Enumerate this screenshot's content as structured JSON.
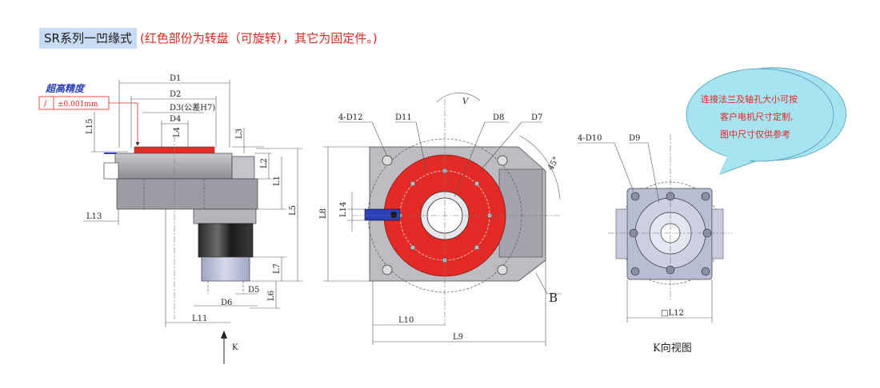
{
  "title": {
    "main": "SR系列一凹缘式",
    "note": "(红色部份为转盘（可旋转），其它为固定件。)"
  },
  "precision": {
    "label": "超高精度",
    "symbol": "/",
    "value": "±0.001mm"
  },
  "callout": {
    "line1": "连接法兰及轴孔大小可按",
    "line2": "客户电机尺寸定制,",
    "line3": "图中尺寸仅供参考"
  },
  "side_view": {
    "dims": {
      "d1": "D1",
      "d2": "D2",
      "d3": "D3(公差H7)",
      "d4": "D4",
      "l1": "L1",
      "l2": "L2",
      "l3": "L3",
      "l4": "L4",
      "l5": "L5",
      "l6": "L6",
      "l7": "L7",
      "l11": "L11",
      "l13": "L13",
      "l15": "L15",
      "d5": "D5",
      "d6": "D6",
      "k_arrow": "K"
    }
  },
  "front_view": {
    "dims": {
      "d12": "4-D12",
      "d11": "D11",
      "d8": "D8",
      "d7": "D7",
      "v": "V",
      "angle": "45°",
      "l8": "L8",
      "l14": "L14",
      "l10": "L10",
      "l9": "L9",
      "b": "B"
    }
  },
  "k_view": {
    "dims": {
      "d10": "4-D10",
      "d9": "D9",
      "l12": "□L12"
    },
    "caption": "K向视图"
  },
  "colors": {
    "turntable": "#e42a24",
    "body": "#a8a8ae",
    "body_dark": "#7e7e86",
    "flange_blue": "#b8bdd6",
    "callout_fill": "#a6e4f2"
  }
}
